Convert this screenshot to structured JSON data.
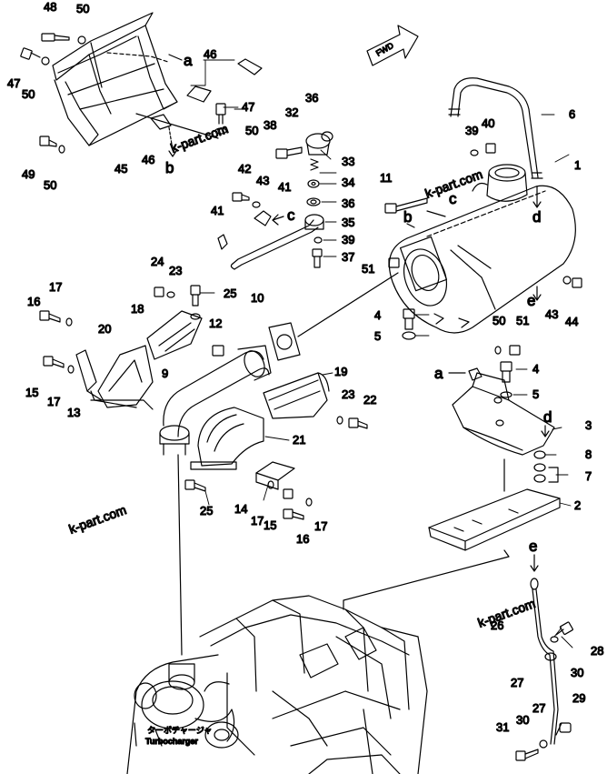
{
  "fwd": "FWD",
  "watermarks": [
    "k-part.com",
    "k-part.com",
    "k-part.com",
    "k-part.com"
  ],
  "turbo_jp": "ターボチャージャ",
  "turbo_en": "Turbocharger",
  "part_numbers": [
    {
      "id": "48",
      "text": "48"
    },
    {
      "id": "50a",
      "text": "50"
    },
    {
      "id": "47a",
      "text": "47"
    },
    {
      "id": "50b",
      "text": "50"
    },
    {
      "id": "49",
      "text": "49"
    },
    {
      "id": "50c",
      "text": "50"
    },
    {
      "id": "45",
      "text": "45"
    },
    {
      "id": "46a",
      "text": "46"
    },
    {
      "id": "46b",
      "text": "46"
    },
    {
      "id": "47b",
      "text": "47"
    },
    {
      "id": "50d",
      "text": "50"
    },
    {
      "id": "36a",
      "text": "36"
    },
    {
      "id": "32",
      "text": "32"
    },
    {
      "id": "38",
      "text": "38"
    },
    {
      "id": "33",
      "text": "33"
    },
    {
      "id": "34",
      "text": "34"
    },
    {
      "id": "36b",
      "text": "36"
    },
    {
      "id": "35",
      "text": "35"
    },
    {
      "id": "39a",
      "text": "39"
    },
    {
      "id": "37",
      "text": "37"
    },
    {
      "id": "42",
      "text": "42"
    },
    {
      "id": "43a",
      "text": "43"
    },
    {
      "id": "41a",
      "text": "41"
    },
    {
      "id": "41b",
      "text": "41"
    },
    {
      "id": "6",
      "text": "6"
    },
    {
      "id": "39b",
      "text": "39"
    },
    {
      "id": "40",
      "text": "40"
    },
    {
      "id": "1",
      "text": "1"
    },
    {
      "id": "11",
      "text": "11"
    },
    {
      "id": "51a",
      "text": "51"
    },
    {
      "id": "43b",
      "text": "43"
    },
    {
      "id": "44",
      "text": "44"
    },
    {
      "id": "24",
      "text": "24"
    },
    {
      "id": "23a",
      "text": "23"
    },
    {
      "id": "25a",
      "text": "25"
    },
    {
      "id": "17a",
      "text": "17"
    },
    {
      "id": "16a",
      "text": "16"
    },
    {
      "id": "18",
      "text": "18"
    },
    {
      "id": "12",
      "text": "12"
    },
    {
      "id": "10",
      "text": "10"
    },
    {
      "id": "4a",
      "text": "4"
    },
    {
      "id": "5a",
      "text": "5"
    },
    {
      "id": "50e",
      "text": "50"
    },
    {
      "id": "51b",
      "text": "51"
    },
    {
      "id": "20",
      "text": "20"
    },
    {
      "id": "9",
      "text": "9"
    },
    {
      "id": "19",
      "text": "19"
    },
    {
      "id": "4b",
      "text": "4"
    },
    {
      "id": "5b",
      "text": "5"
    },
    {
      "id": "15a",
      "text": "15"
    },
    {
      "id": "17b",
      "text": "17"
    },
    {
      "id": "13",
      "text": "13"
    },
    {
      "id": "23b",
      "text": "23"
    },
    {
      "id": "22",
      "text": "22"
    },
    {
      "id": "3",
      "text": "3"
    },
    {
      "id": "8",
      "text": "8"
    },
    {
      "id": "7",
      "text": "7"
    },
    {
      "id": "21",
      "text": "21"
    },
    {
      "id": "25b",
      "text": "25"
    },
    {
      "id": "14",
      "text": "14"
    },
    {
      "id": "17c",
      "text": "17"
    },
    {
      "id": "15b",
      "text": "15"
    },
    {
      "id": "17d",
      "text": "17"
    },
    {
      "id": "16b",
      "text": "16"
    },
    {
      "id": "2",
      "text": "2"
    },
    {
      "id": "26",
      "text": "26"
    },
    {
      "id": "28",
      "text": "28"
    },
    {
      "id": "27a",
      "text": "27"
    },
    {
      "id": "30a",
      "text": "30"
    },
    {
      "id": "29",
      "text": "29"
    },
    {
      "id": "27b",
      "text": "27"
    },
    {
      "id": "30b",
      "text": "30"
    },
    {
      "id": "31",
      "text": "31"
    }
  ],
  "ref_letters": [
    {
      "id": "a1",
      "text": "a"
    },
    {
      "id": "b1",
      "text": "b"
    },
    {
      "id": "c1",
      "text": "c"
    },
    {
      "id": "b2",
      "text": "b"
    },
    {
      "id": "c2",
      "text": "c"
    },
    {
      "id": "d1",
      "text": "d"
    },
    {
      "id": "e1",
      "text": "e"
    },
    {
      "id": "a2",
      "text": "a"
    },
    {
      "id": "d2",
      "text": "d"
    },
    {
      "id": "e2",
      "text": "e"
    }
  ]
}
